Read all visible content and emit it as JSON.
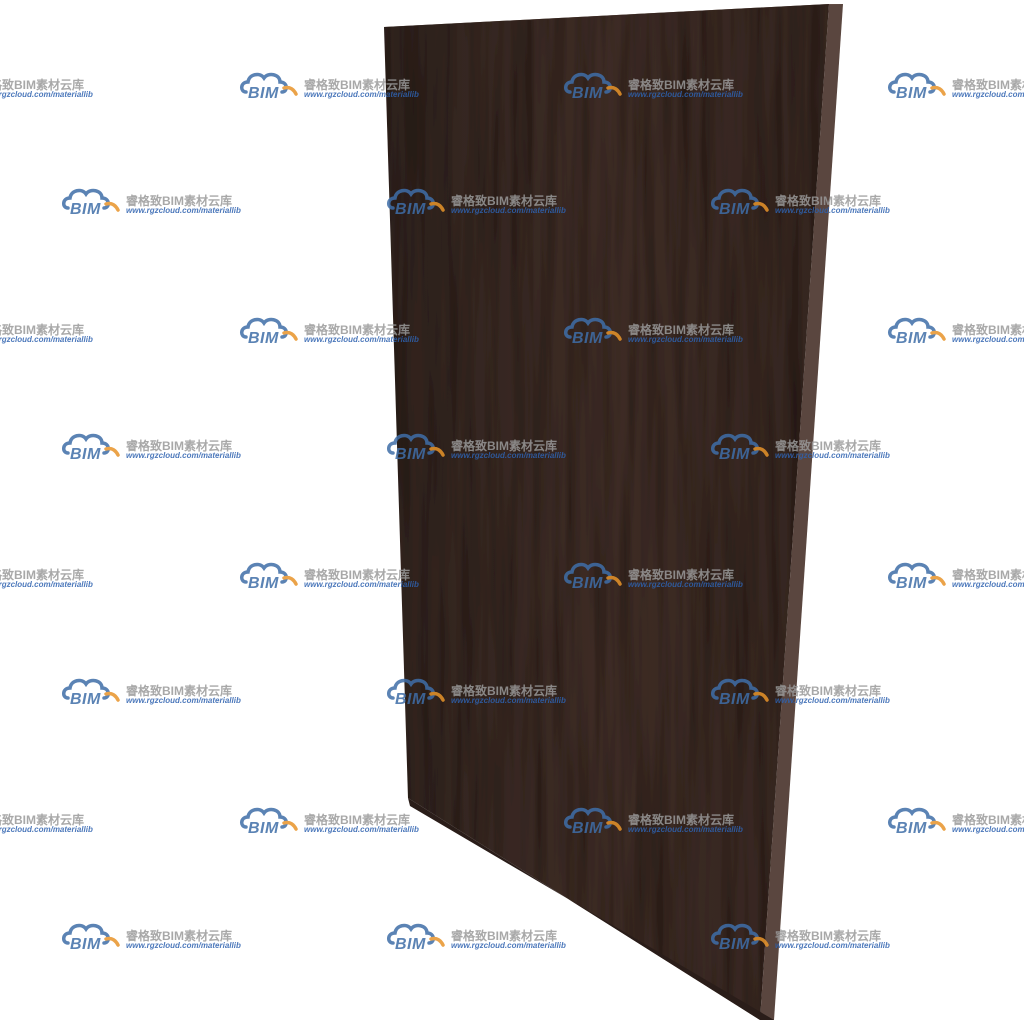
{
  "watermark": {
    "logo_text": "BIM",
    "title": "睿格致BIM素材云库",
    "url": "www.rgzcloud.com/materiallib",
    "logo_icon": "cloud-icon",
    "logo_color": "#3f6ea8",
    "accent_color": "#e8942a",
    "title_color": "#9a9a9a",
    "url_color": "#2e62b0"
  },
  "panel": {
    "material": "dark wood veneer",
    "face_color": "#3a2a24",
    "edge_color": "#5a463f",
    "bottom_edge_color": "#2a1d19"
  }
}
